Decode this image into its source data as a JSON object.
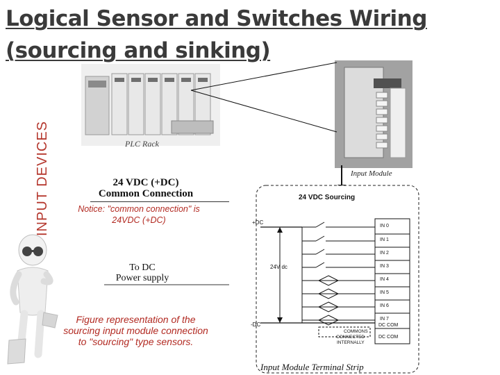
{
  "slide": {
    "title_line1": "Logical Sensor and Switches Wiring",
    "title_line2": "(sourcing and sinking)",
    "side_label": "INPUT DEVICES",
    "notice_text": "Notice: \"common connection\" is 24VDC (+DC)",
    "figure_text": "Figure representation of the sourcing input module connection to \"sourcing\" type sensors."
  },
  "photos": {
    "rack_caption": "PLC Rack",
    "module_caption": "Input Module"
  },
  "labels": {
    "vdc_line1": "24 VDC (+DC)",
    "vdc_line2": "Common Connection",
    "to_dc_line1": "To DC",
    "to_dc_line2": "Power supply"
  },
  "wiring": {
    "heading": "24 VDC Sourcing",
    "plus_dc": "+DC",
    "minus_dc": "-DC",
    "voltage": "24V dc",
    "inputs": [
      "IN 0",
      "IN 1",
      "IN 2",
      "IN 3",
      "IN 4",
      "IN 5",
      "IN 6",
      "IN 7"
    ],
    "dc_com_1": "DC COM",
    "dc_com_2": "DC COM",
    "commons_note_1": "COMMONS",
    "commons_note_2": "CONNECTED",
    "commons_note_3": "INTERNALLY",
    "strip_caption": "Input Module Terminal Strip"
  }
}
